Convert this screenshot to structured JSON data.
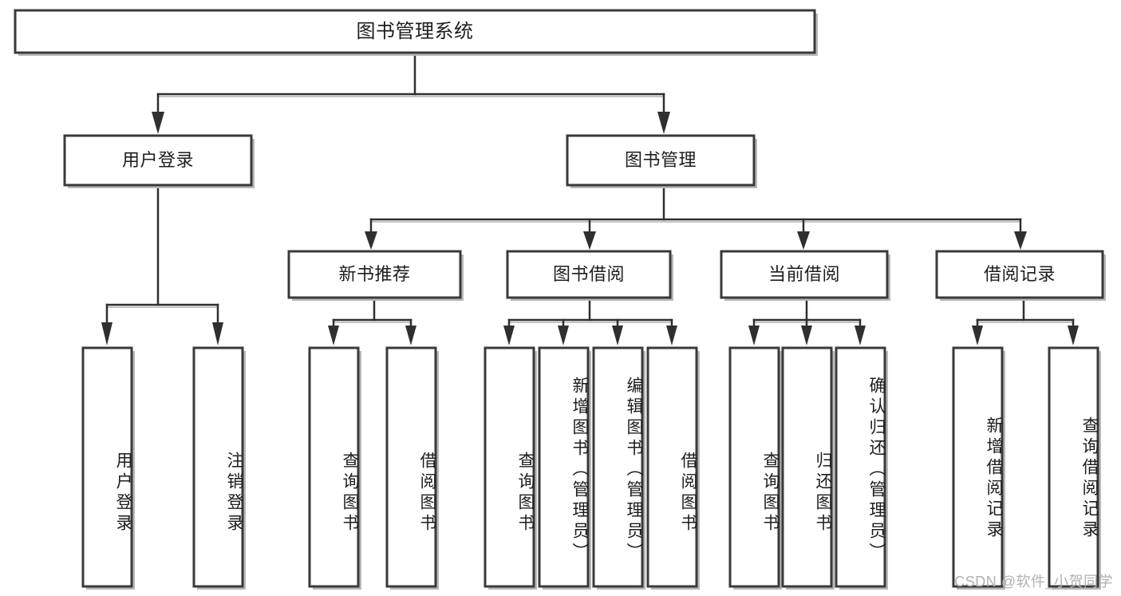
{
  "diagram": {
    "title": "图书管理系统",
    "type": "tree",
    "watermark": "CSDN @软件_小贺同学",
    "colors": {
      "box_border": "#3a3a3a",
      "box_fill": "#ffffff",
      "edge": "#2f2f2f",
      "text": "#1d1d1d",
      "watermark": "#b0b0b0",
      "shadow": "#b9b9b9"
    },
    "nodes": {
      "root": {
        "label": "图书管理系统",
        "orientation": "horizontal"
      },
      "level2": [
        {
          "label": "用户登录",
          "orientation": "horizontal"
        },
        {
          "label": "图书管理",
          "orientation": "horizontal"
        }
      ],
      "level3": [
        {
          "label": "新书推荐",
          "orientation": "horizontal"
        },
        {
          "label": "图书借阅",
          "orientation": "horizontal"
        },
        {
          "label": "当前借阅",
          "orientation": "horizontal"
        },
        {
          "label": "借阅记录",
          "orientation": "horizontal"
        }
      ],
      "leaves": {
        "user_login": [
          {
            "label": "用户登录",
            "orientation": "vertical"
          },
          {
            "label": "注销登录",
            "orientation": "vertical"
          }
        ],
        "new_book_recommend": [
          {
            "label": "查询图书",
            "orientation": "vertical"
          },
          {
            "label": "借阅图书",
            "orientation": "vertical"
          }
        ],
        "book_borrow": [
          {
            "label": "查询图书",
            "orientation": "vertical"
          },
          {
            "label": "新增图书（管理员）",
            "orientation": "vertical"
          },
          {
            "label": "编辑图书（管理员）",
            "orientation": "vertical"
          },
          {
            "label": "借阅图书",
            "orientation": "vertical"
          }
        ],
        "current_borrow": [
          {
            "label": "查询图书",
            "orientation": "vertical"
          },
          {
            "label": "归还图书",
            "orientation": "vertical"
          },
          {
            "label": "确认归还（管理员）",
            "orientation": "vertical"
          }
        ],
        "borrow_records": [
          {
            "label": "新增借阅记录",
            "orientation": "vertical"
          },
          {
            "label": "查询借阅记录",
            "orientation": "vertical"
          }
        ]
      }
    }
  }
}
